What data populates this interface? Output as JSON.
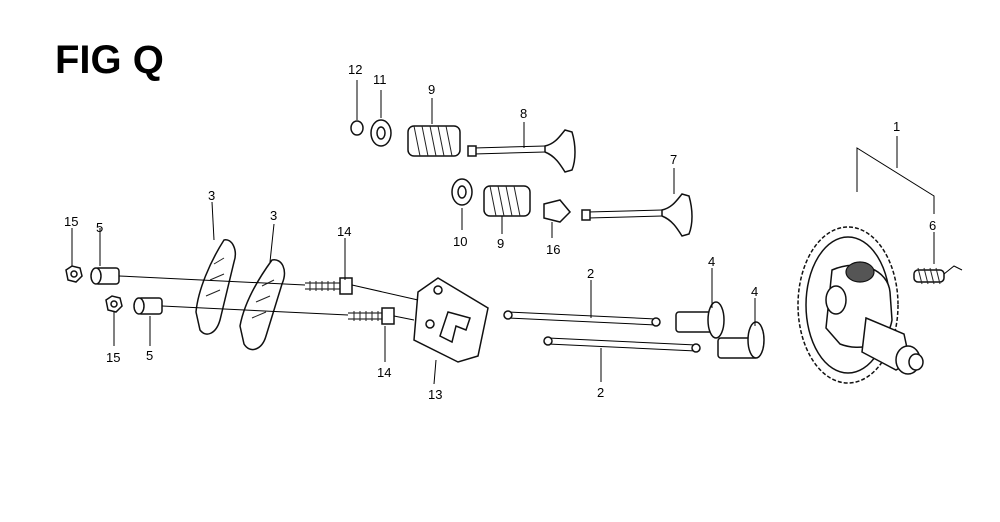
{
  "figure": {
    "title": "FIG Q",
    "callouts": {
      "n1": "1",
      "n2a": "2",
      "n2b": "2",
      "n3a": "3",
      "n3b": "3",
      "n4a": "4",
      "n4b": "4",
      "n5a": "5",
      "n5b": "5",
      "n6": "6",
      "n7": "7",
      "n8": "8",
      "n9a": "9",
      "n9b": "9",
      "n10": "10",
      "n11": "11",
      "n12": "12",
      "n13": "13",
      "n14a": "14",
      "n14b": "14",
      "n15a": "15",
      "n15b": "15",
      "n16": "16"
    }
  }
}
